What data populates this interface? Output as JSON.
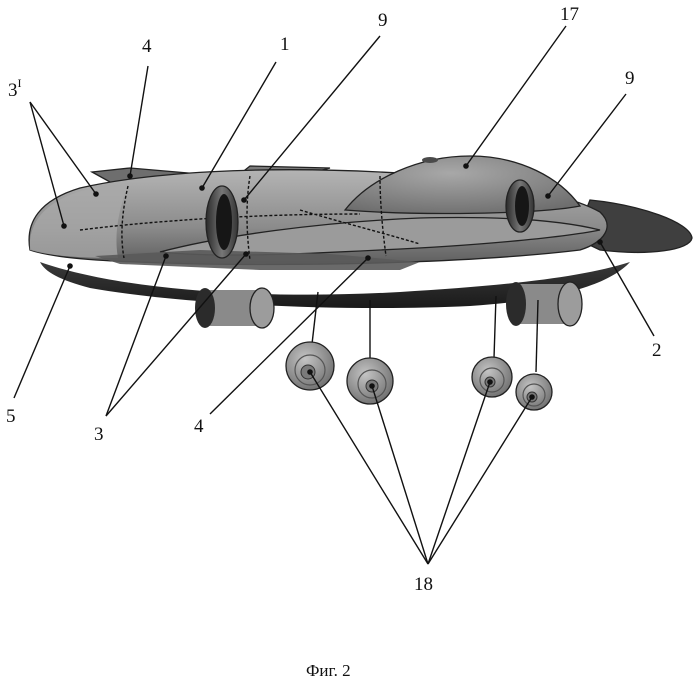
{
  "labels": {
    "l1": "1",
    "l2": "2",
    "l3": "3",
    "l3i_base": "3",
    "l3i_sup": "I",
    "l4_top": "4",
    "l4_bottom": "4",
    "l5": "5",
    "l9_left": "9",
    "l9_right": "9",
    "l17": "17",
    "l18": "18"
  },
  "caption": "Фиг. 2"
}
